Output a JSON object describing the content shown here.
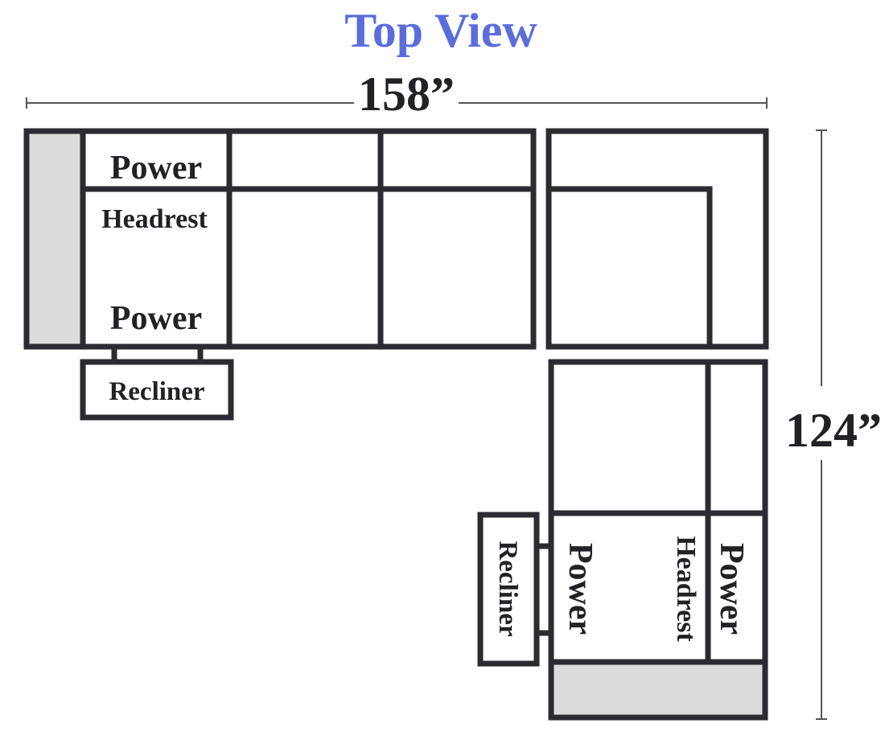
{
  "title": {
    "text": "Top View",
    "color": "#5b6cdb"
  },
  "dimensions": {
    "width": "158”",
    "depth": "124”"
  },
  "labels": {
    "power": "Power",
    "headrest": "Headrest",
    "recliner": "Recliner"
  },
  "colors": {
    "outline": "#2b2b31",
    "arm_fill": "#dcdcdc",
    "text": "#222226"
  }
}
